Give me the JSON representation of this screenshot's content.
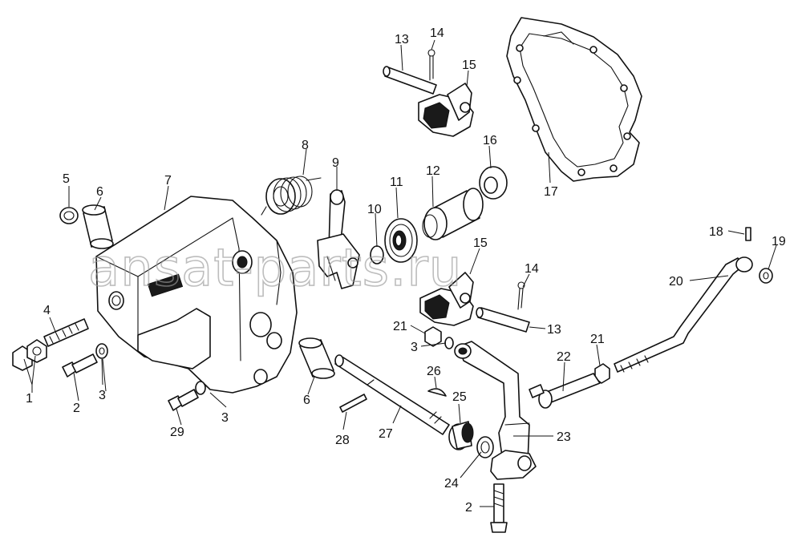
{
  "watermark": "ansat-parts.ru",
  "callouts": {
    "c1": "1",
    "c2a": "2",
    "c2b": "2",
    "c3a": "3",
    "c3b": "3",
    "c3c": "3",
    "c4": "4",
    "c5": "5",
    "c6a": "6",
    "c6b": "6",
    "c7": "7",
    "c8": "8",
    "c9": "9",
    "c10": "10",
    "c11": "11",
    "c12": "12",
    "c13a": "13",
    "c13b": "13",
    "c14a": "14",
    "c14b": "14",
    "c15a": "15",
    "c15b": "15",
    "c16": "16",
    "c17": "17",
    "c18": "18",
    "c19": "19",
    "c20": "20",
    "c21a": "21",
    "c21b": "21",
    "c22": "22",
    "c23": "23",
    "c24": "24",
    "c25": "25",
    "c26": "26",
    "c27": "27",
    "c28": "28",
    "c29": "29"
  }
}
